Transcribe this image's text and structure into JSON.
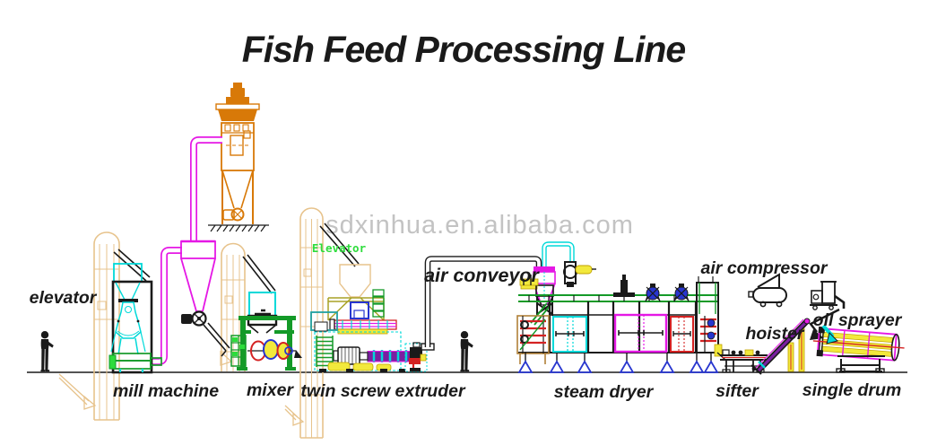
{
  "title": "Fish Feed Processing Line",
  "watermark": "sdxinhua.en.alibaba.com",
  "labels": {
    "elevator": "elevator",
    "mill_machine": "mill machine",
    "mixer": "mixer",
    "elevator_small": "Elevator",
    "twin_screw_extruder": "twin screw extruder",
    "air_conveyor": "air conveyor",
    "steam_dryer": "steam dryer",
    "air_compressor": "air compressor",
    "hoister": "hoister",
    "sifter": "sifter",
    "oil_sprayer": "oil sprayer",
    "single_drum": "single drum"
  },
  "colors": {
    "ink": "#1a1a1a",
    "gray": "#c3c3c3",
    "tan": "#e7c38c",
    "brown": "#b08038",
    "cyan": "#00d9d9",
    "magenta": "#e518e5",
    "orange": "#d87908",
    "green": "#149a28",
    "lime": "#2edc3c",
    "blue": "#2836cf",
    "purple": "#7a1fa0",
    "red": "#d42222",
    "yellow": "#f2e93c",
    "dyellow": "#c0a100",
    "teal": "#20a0a0",
    "olive": "#a8a226",
    "white": "#ffffff"
  }
}
